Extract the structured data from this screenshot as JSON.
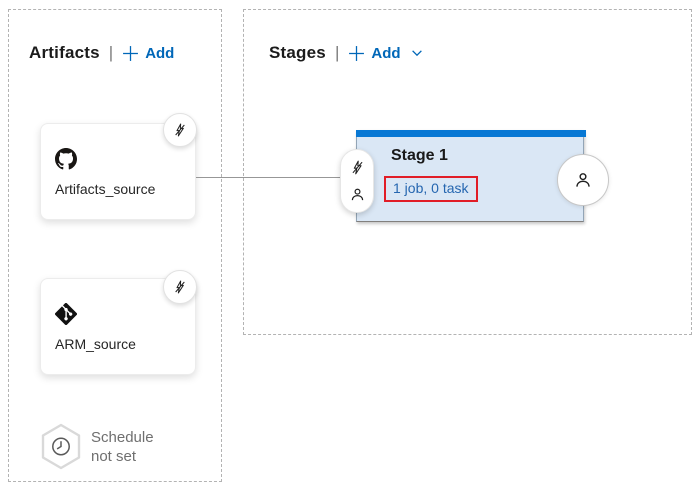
{
  "colors": {
    "accent_blue": "#0067b8",
    "link_blue": "#2566b0",
    "stage_top": "#0878d4",
    "stage_bg": "#dae7f5",
    "annotation_red": "#e11d27"
  },
  "artifacts_panel": {
    "title": "Artifacts",
    "separator": "|",
    "add_label": "Add",
    "items": [
      {
        "name": "Artifacts_source",
        "icon": "github-icon",
        "badge": "trigger-lightning-icon"
      },
      {
        "name": "ARM_source",
        "icon": "git-icon",
        "badge": "trigger-lightning-icon"
      }
    ],
    "schedule": {
      "line1": "Schedule",
      "line2": "not set",
      "icon": "clock-hexagon-icon"
    }
  },
  "stages_panel": {
    "title": "Stages",
    "separator": "|",
    "add_label": "Add",
    "stages": [
      {
        "title": "Stage 1",
        "summary": "1 job, 0 task",
        "highlighted": true
      }
    ]
  }
}
